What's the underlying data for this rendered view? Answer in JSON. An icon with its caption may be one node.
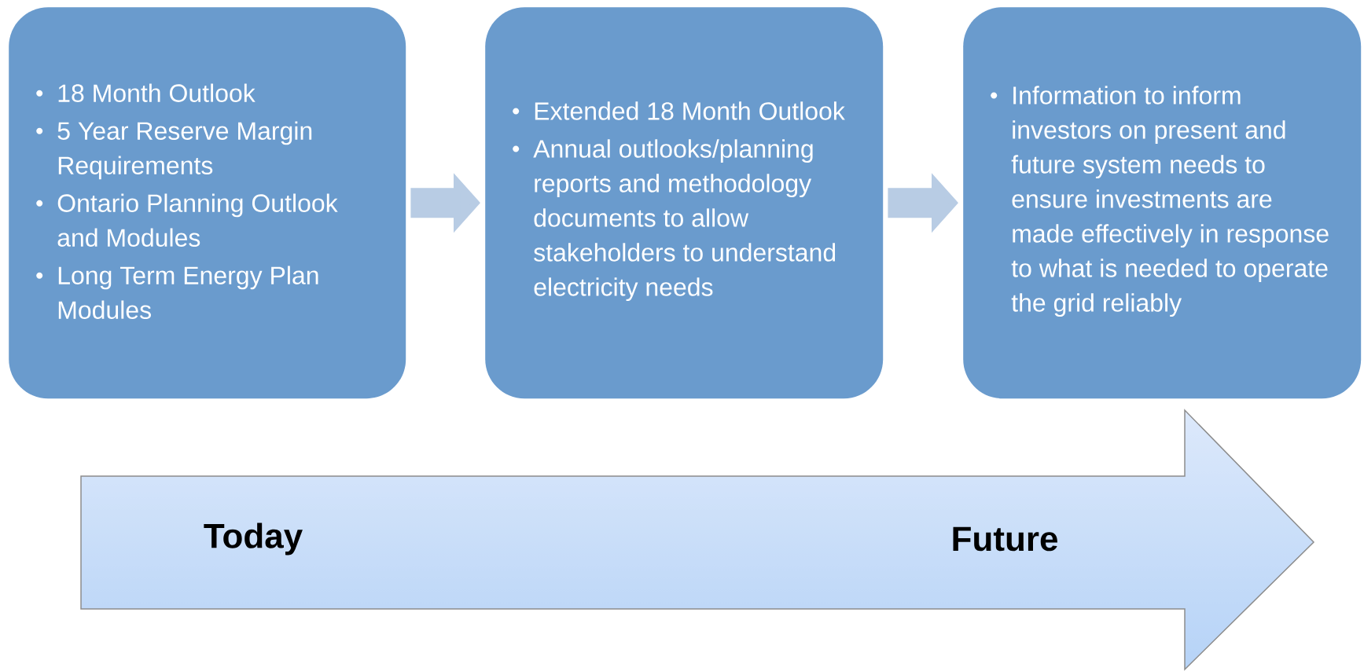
{
  "diagram": {
    "nodes": [
      {
        "text": [
          "18 Month Outlook",
          "5 Year Reserve Margin Requirements",
          "Ontario Planning Outlook and Modules",
          "Long Term Energy Plan Modules"
        ]
      },
      {
        "text": [
          "Extended 18 Month Outlook",
          "Annual outlooks/planning reports and methodology documents to allow stakeholders to understand electricity needs"
        ]
      },
      {
        "text": [
          "Information to inform investors on present and future system needs to ensure investments are made effectively in response to what is needed to operate the grid reliably"
        ]
      },
      {
        "text": [
          "Today",
          "Future"
        ]
      }
    ],
    "edges": [
      {
        "from": 0,
        "to": 1,
        "arrow": "to"
      },
      {
        "from": 1,
        "to": 2,
        "arrow": "to"
      }
    ]
  }
}
